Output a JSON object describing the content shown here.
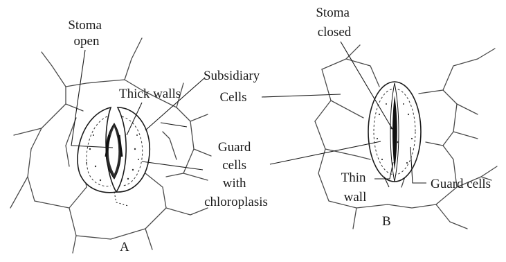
{
  "diagram_a": {
    "caption": "A",
    "labels": {
      "stoma_open": [
        "Stoma",
        "open"
      ],
      "thick_walls": "Thick walls"
    }
  },
  "diagram_b": {
    "caption": "B",
    "labels": {
      "stoma_closed": [
        "Stoma",
        "closed"
      ],
      "thin_wall": [
        "Thin",
        "wall"
      ],
      "guard_cells": "Guard cells"
    }
  },
  "shared_labels": {
    "subsidiary_cells": [
      "Subsidiary",
      "Cells"
    ],
    "guard_cells_with_chloroplasts": [
      "Guard",
      "cells",
      "with",
      "chloroplasis"
    ]
  }
}
